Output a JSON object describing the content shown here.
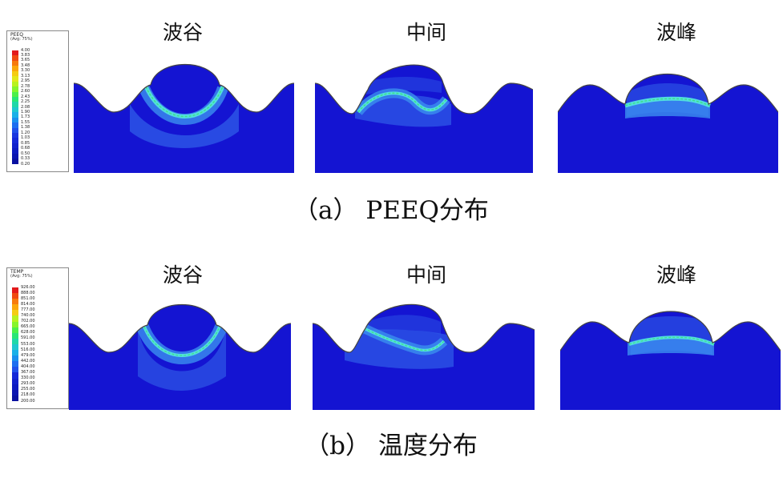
{
  "row_a": {
    "caption": "（a） PEEQ分布",
    "panel_titles": [
      "波谷",
      "中间",
      "波峰"
    ],
    "legend": {
      "variable": "PEEQ",
      "subtitle": "(Avg: 75%)",
      "values": [
        "4.00",
        "3.83",
        "3.65",
        "3.48",
        "3.30",
        "3.13",
        "2.95",
        "2.78",
        "2.60",
        "2.43",
        "2.25",
        "2.08",
        "1.90",
        "1.73",
        "1.55",
        "1.38",
        "1.20",
        "1.03",
        "0.85",
        "0.68",
        "0.50",
        "0.33",
        "0.20"
      ]
    }
  },
  "row_b": {
    "caption": "（b） 温度分布",
    "panel_titles": [
      "波谷",
      "中间",
      "波峰"
    ],
    "legend": {
      "variable": "TEMP",
      "subtitle": "(Avg: 75%)",
      "values": [
        "926.00",
        "888.00",
        "851.00",
        "814.00",
        "777.00",
        "740.00",
        "702.00",
        "665.00",
        "628.00",
        "591.00",
        "553.00",
        "516.00",
        "479.00",
        "442.00",
        "404.00",
        "367.00",
        "330.00",
        "293.00",
        "255.00",
        "218.00",
        "200.00"
      ]
    }
  },
  "colors": {
    "substrate_blue": "#1414d2",
    "mid_blue": "#2f5ce8",
    "interface_cyan": "#52dede",
    "interface_green": "#3fe08a",
    "bead_edge": "#444444"
  }
}
